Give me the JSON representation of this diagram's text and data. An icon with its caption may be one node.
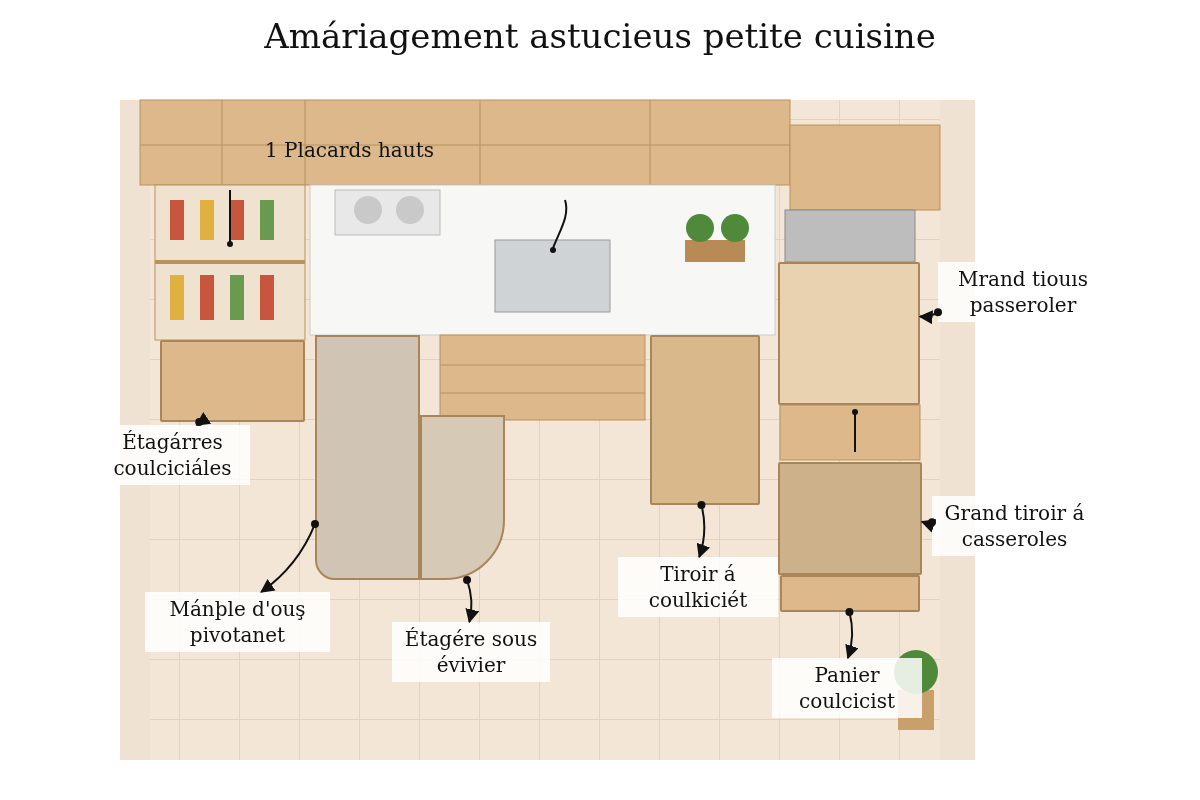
{
  "diagram": {
    "title": "Amáriagement astucieus petite cuisine",
    "nodes": [
      {
        "text": [
          "Mrand tiouıs passeroler"
        ]
      },
      {
        "text": [],
        "shape": "box"
      },
      {
        "text": [
          "Étagárres coulciciáles"
        ]
      },
      {
        "text": [],
        "shape": "box"
      },
      {
        "text": [
          "Grand tiroir á casseroles"
        ]
      },
      {
        "text": [],
        "shape": "box"
      },
      {
        "text": [
          "Tiroir á coulkiciét"
        ]
      },
      {
        "text": [],
        "shape": "box"
      },
      {
        "text": [
          "Mánþle d'ouş pivotanet"
        ]
      },
      {
        "text": [],
        "shape": "box"
      },
      {
        "text": [
          "Étagére sous évivier"
        ]
      },
      {
        "text": [],
        "shape": "box"
      },
      {
        "text": [
          "Panier coulcicist"
        ]
      },
      {
        "text": [],
        "shape": "box"
      }
    ],
    "edges": [
      {
        "from": 0,
        "to": 1,
        "arrow": "to"
      },
      {
        "from": 3,
        "to": 2,
        "arrow": "to"
      },
      {
        "from": 4,
        "to": 5,
        "arrow": "to"
      },
      {
        "from": 7,
        "to": 6,
        "arrow": "to"
      },
      {
        "from": 9,
        "to": 8,
        "arrow": "to"
      },
      {
        "from": 11,
        "to": 10,
        "arrow": "to"
      },
      {
        "from": 13,
        "to": 12,
        "arrow": "to"
      }
    ],
    "labels": [
      "1 Placards hauts"
    ]
  }
}
